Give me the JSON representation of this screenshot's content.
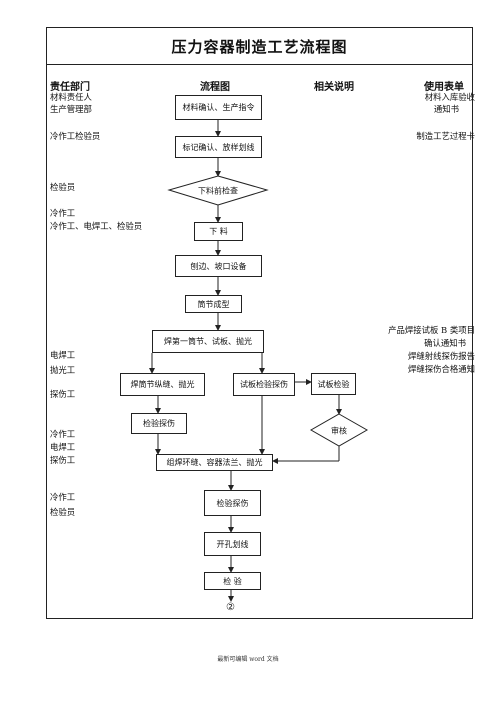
{
  "title": "压力容器制造工艺流程图",
  "headers": {
    "dept": "责任部门",
    "flow": "流程图",
    "desc": "相关说明",
    "forms": "使用表单"
  },
  "departments": [
    "材料责任人",
    "生产管理部",
    "冷作工检验员",
    "检验员",
    "冷作工",
    "冷作工、电焊工、检验员",
    "电焊工",
    "抛光工",
    "探伤工",
    "冷作工",
    "电焊工",
    "探伤工",
    "冷作工",
    "检验员"
  ],
  "forms": [
    "材料入库验收",
    "通知书",
    "制造工艺过程卡",
    "产品焊接试板 B 类项目",
    "确认通知书",
    "焊缝射线探伤报告",
    "焊缝探伤合格通知"
  ],
  "flow": {
    "material_confirm": "材料确认、生产指令",
    "mark_confirm": "标记确认、放样划线",
    "pre_cut_check": "下料前检查",
    "cutting": "下  料",
    "edge_bevel": "刨边、坡口设备",
    "shell_forming": "筒节成型",
    "weld_first": "焊第一筒节、试板、抛光",
    "weld_longitudinal": "焊筒节纵缝、抛光",
    "test_plate_ndt": "试板检验探伤",
    "test_plate_check": "试板检验",
    "ndt_inspection": "检验探伤",
    "review": "审核",
    "assembly_weld": "组焊环缝、容器法兰、抛光",
    "ndt_inspection_2": "检验探伤",
    "drilling": "开孔划线",
    "final_check": "检  验",
    "connector": "②"
  },
  "footer": "最新可编辑 word 文档"
}
